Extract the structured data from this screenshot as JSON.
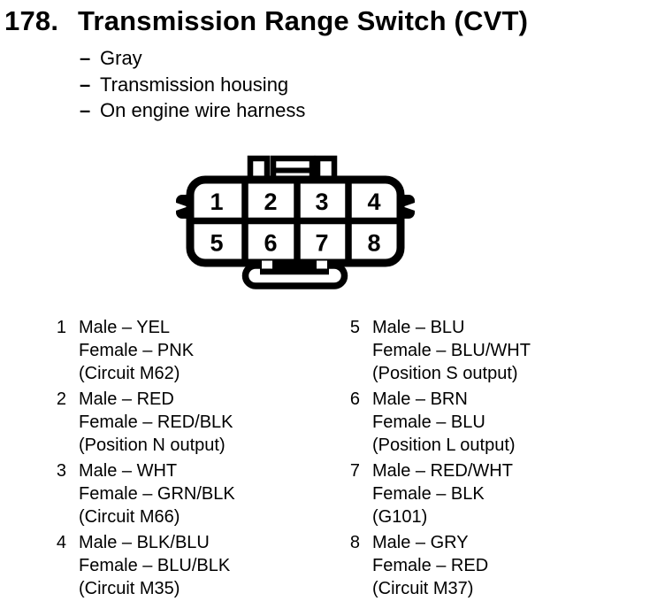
{
  "page": {
    "background": "#ffffff",
    "ink": "#000000"
  },
  "heading": {
    "number": "178.",
    "title": "Transmission Range Switch (CVT)"
  },
  "bullets": [
    {
      "dash": "–",
      "text": "Gray"
    },
    {
      "dash": "–",
      "text": "Transmission housing"
    },
    {
      "dash": "–",
      "text": "On engine wire harness"
    }
  ],
  "connector": {
    "description": "8-cavity connector, front view, 2 rows of 4",
    "pins": [
      "1",
      "2",
      "3",
      "4",
      "5",
      "6",
      "7",
      "8"
    ]
  },
  "pinout": {
    "left": [
      {
        "pin": "1",
        "male": "Male – YEL",
        "female": "Female – PNK",
        "note": "(Circuit M62)"
      },
      {
        "pin": "2",
        "male": "Male – RED",
        "female": "Female – RED/BLK",
        "note": "(Position N output)"
      },
      {
        "pin": "3",
        "male": "Male – WHT",
        "female": "Female – GRN/BLK",
        "note": "(Circuit M66)"
      },
      {
        "pin": "4",
        "male": "Male – BLK/BLU",
        "female": "Female – BLU/BLK",
        "note": "(Circuit M35)"
      }
    ],
    "right": [
      {
        "pin": "5",
        "male": "Male – BLU",
        "female": "Female – BLU/WHT",
        "note": "(Position S output)"
      },
      {
        "pin": "6",
        "male": "Male – BRN",
        "female": "Female – BLU",
        "note": "(Position L output)"
      },
      {
        "pin": "7",
        "male": "Male – RED/WHT",
        "female": "Female – BLK",
        "note": "(G101)"
      },
      {
        "pin": "8",
        "male": "Male – GRY",
        "female": "Female – RED",
        "note": "(Circuit M37)"
      }
    ]
  }
}
